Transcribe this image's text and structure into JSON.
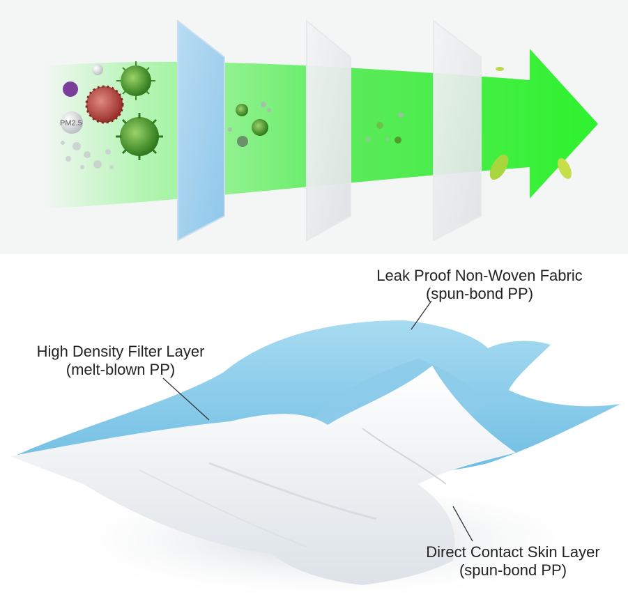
{
  "filtration": {
    "particle_label": "PM2.5"
  },
  "layers": {
    "outer": {
      "title": "Leak Proof Non-Woven Fabric",
      "material": "(spun-bond PP)"
    },
    "middle": {
      "title": "High Density Filter Layer",
      "material": "(melt-blown PP)"
    },
    "inner": {
      "title": "Direct Contact Skin Layer",
      "material": "(spun-bond PP)"
    }
  },
  "colors": {
    "arrow": "#3df23a",
    "mask_blue": "#8fd0ec",
    "mask_white": "#f2f4f6",
    "virus_green": "#4f9e2c",
    "virus_red": "#b8473f",
    "virus_purple": "#7a3d9c"
  }
}
